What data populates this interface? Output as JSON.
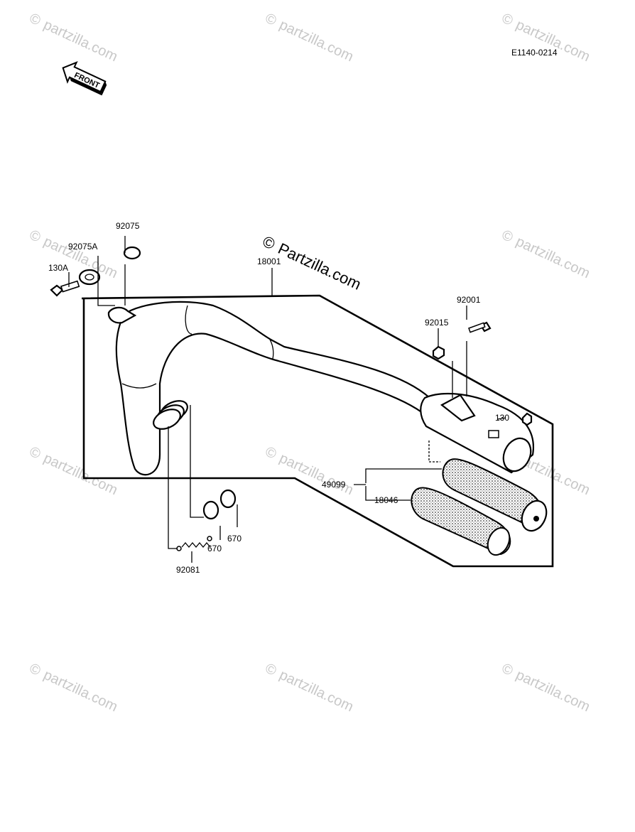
{
  "diagram_code": "E1140-0214",
  "front_label": "FRONT",
  "watermark_text": "partzilla.com",
  "center_watermark": {
    "copyright": "©",
    "brand": "Partzilla.com"
  },
  "parts": {
    "p18001": "18001",
    "p92075": "92075",
    "p92075A": "92075A",
    "p130A": "130A",
    "p92015": "92015",
    "p92001": "92001",
    "p130": "130",
    "p49099": "49099",
    "p18046": "18046",
    "p670a": "670",
    "p670b": "670",
    "p92081": "92081"
  }
}
